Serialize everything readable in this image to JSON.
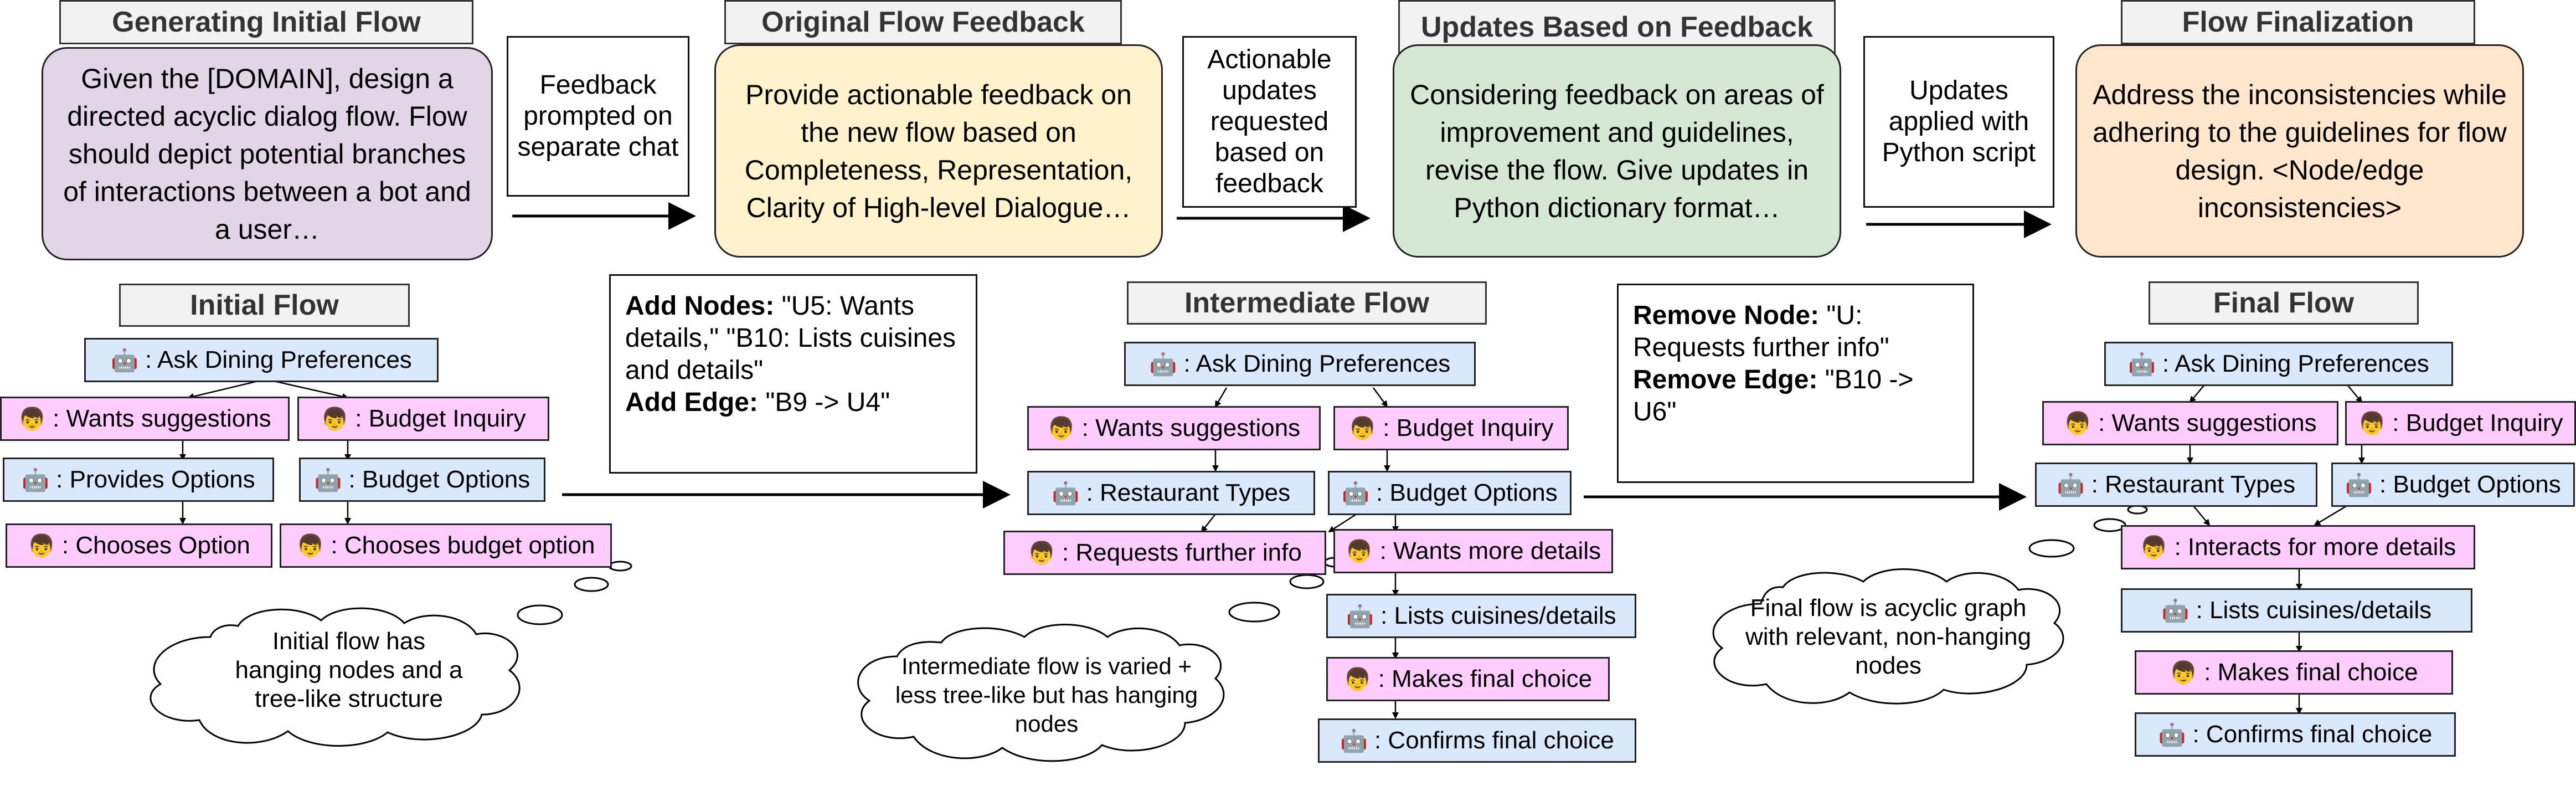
{
  "stages": [
    {
      "title": "Generating Initial Flow",
      "text": "Given the [DOMAIN], design a directed acyclic dialog flow. Flow should depict potential branches of interactions between a bot and a user…",
      "color": "#e1d5e7"
    },
    {
      "title": "Original Flow Feedback",
      "text": "Provide actionable feedback on the new flow based on Completeness, Representation, Clarity of High-level Dialogue…",
      "color": "#fff2cc"
    },
    {
      "title": "Updates Based on Feedback",
      "text": "Considering feedback on areas of improvement and guidelines, revise the flow. Give updates in Python dictionary format…",
      "color": "#d5e8d4"
    },
    {
      "title": "Flow Finalization",
      "text": "Address the inconsistencies while adhering to the guidelines for flow design. <Node/edge inconsistencies>",
      "color": "#ffe6cc"
    }
  ],
  "connectors": [
    "Feedback prompted on separate chat",
    "Actionable updates requested based on feedback",
    "Updates applied with Python script"
  ],
  "icons": {
    "bot": "robot-icon",
    "user": "person-icon"
  },
  "initial_flow": {
    "title": "Initial Flow",
    "nodes": [
      {
        "role": "bot",
        "label": ": Ask Dining Preferences"
      },
      {
        "role": "user",
        "label": ": Wants suggestions"
      },
      {
        "role": "user",
        "label": ": Budget Inquiry"
      },
      {
        "role": "bot",
        "label": ": Provides Options"
      },
      {
        "role": "bot",
        "label": ": Budget Options"
      },
      {
        "role": "user",
        "label": ": Chooses Option"
      },
      {
        "role": "user",
        "label": ": Chooses budget option"
      }
    ],
    "cloud": "Initial flow has hanging nodes and a tree-like structure"
  },
  "edit_note_1": {
    "add_nodes_label": "Add Nodes:",
    "add_nodes_text": " \"U5: Wants details,\" \"B10: Lists cuisines and details\"",
    "add_edge_label": "Add Edge:",
    "add_edge_text": " \"B9 -> U4\""
  },
  "intermediate_flow": {
    "title": "Intermediate Flow",
    "nodes": [
      {
        "role": "bot",
        "label": ": Ask Dining Preferences"
      },
      {
        "role": "user",
        "label": ": Wants suggestions"
      },
      {
        "role": "user",
        "label": ": Budget Inquiry"
      },
      {
        "role": "bot",
        "label": ": Restaurant Types"
      },
      {
        "role": "bot",
        "label": ": Budget Options"
      },
      {
        "role": "user",
        "label": ": Requests further info"
      },
      {
        "role": "user",
        "label": ": Wants more details"
      },
      {
        "role": "bot",
        "label": ": Lists cuisines/details"
      },
      {
        "role": "user",
        "label": ": Makes final choice"
      },
      {
        "role": "bot",
        "label": ": Confirms final choice"
      }
    ],
    "cloud": "Intermediate flow is varied + less tree-like but has hanging nodes"
  },
  "edit_note_2": {
    "remove_node_label": "Remove Node:",
    "remove_node_text": " \"U: Requests further info\"",
    "remove_edge_label": "Remove Edge:",
    "remove_edge_text": " \"B10 -> U6\""
  },
  "final_flow": {
    "title": "Final Flow",
    "nodes": [
      {
        "role": "bot",
        "label": ": Ask Dining Preferences"
      },
      {
        "role": "user",
        "label": ": Wants suggestions"
      },
      {
        "role": "user",
        "label": ": Budget Inquiry"
      },
      {
        "role": "bot",
        "label": ": Restaurant Types"
      },
      {
        "role": "bot",
        "label": ": Budget Options"
      },
      {
        "role": "user",
        "label": ": Interacts for more details"
      },
      {
        "role": "bot",
        "label": ": Lists cuisines/details"
      },
      {
        "role": "user",
        "label": ": Makes final choice"
      },
      {
        "role": "bot",
        "label": ": Confirms final choice"
      }
    ],
    "cloud": "Final flow is acyclic graph with relevant, non-hanging nodes"
  }
}
